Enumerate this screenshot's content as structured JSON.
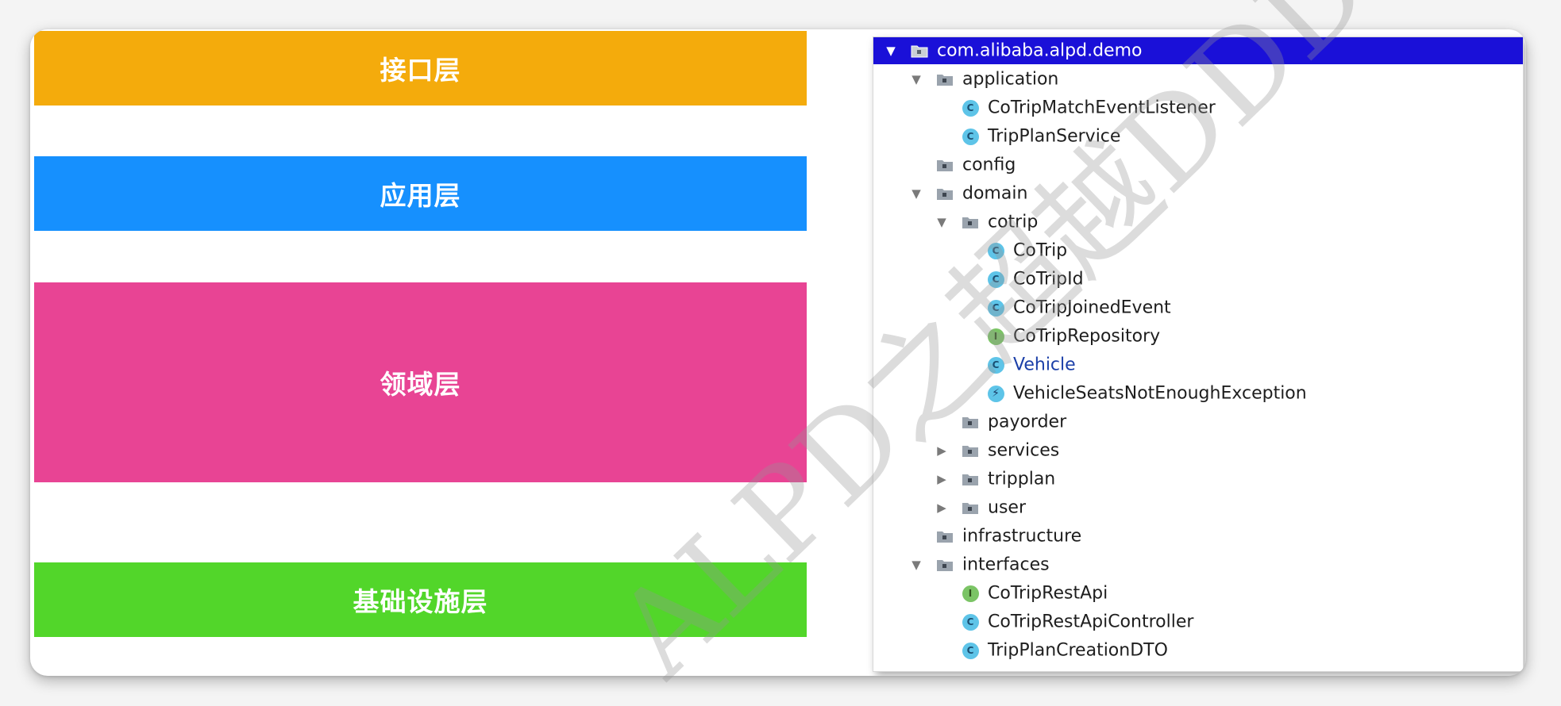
{
  "layers": [
    {
      "label": "接口层",
      "color": "#f4ab0c"
    },
    {
      "label": "应用层",
      "color": "#1690fe"
    },
    {
      "label": "领域层",
      "color": "#e84494"
    },
    {
      "label": "基础设施层",
      "color": "#52d62a"
    }
  ],
  "tree": {
    "root": "com.alibaba.alpd.demo",
    "application": "application",
    "co_trip_match_event_listener": "CoTripMatchEventListener",
    "trip_plan_service": "TripPlanService",
    "config": "config",
    "domain": "domain",
    "cotrip": "cotrip",
    "co_trip": "CoTrip",
    "co_trip_id": "CoTripId",
    "co_trip_joined_event": "CoTripJoinedEvent",
    "co_trip_repository": "CoTripRepository",
    "vehicle": "Vehicle",
    "vehicle_seats_not_enough_exception": "VehicleSeatsNotEnoughException",
    "payorder": "payorder",
    "services": "services",
    "tripplan": "tripplan",
    "user": "user",
    "infrastructure": "infrastructure",
    "interfaces": "interfaces",
    "co_trip_rest_api": "CoTripRestApi",
    "co_trip_rest_api_controller": "CoTripRestApiController",
    "trip_plan_creation_dto": "TripPlanCreationDTO"
  },
  "icons": {
    "class_badge": "C",
    "interface_badge": "I",
    "exception_badge": "⚡",
    "expanded": "▼",
    "collapsed": "▶"
  },
  "watermark": "ALPD之超越DDD训练营，禁止外部资料，"
}
